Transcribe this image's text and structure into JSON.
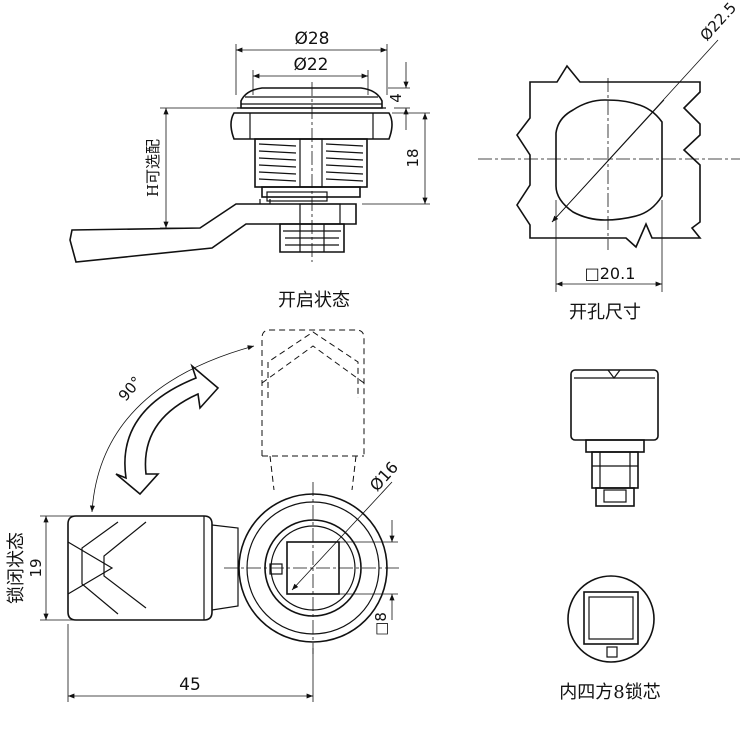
{
  "dimensions": {
    "dia28": "Ø28",
    "dia22": "Ø22",
    "h4": "4",
    "h18": "18",
    "h_option": "H可选配",
    "dia22_5": "Ø22.5",
    "sq20_1": "□20.1",
    "dia16": "Ø16",
    "sq8": "□8",
    "w45": "45",
    "h19": "19",
    "angle90": "90°"
  },
  "labels": {
    "cutout": "开孔尺寸",
    "open_state": "开启状态",
    "closed_state": "锁闭状态",
    "core": "内四方8锁芯"
  }
}
